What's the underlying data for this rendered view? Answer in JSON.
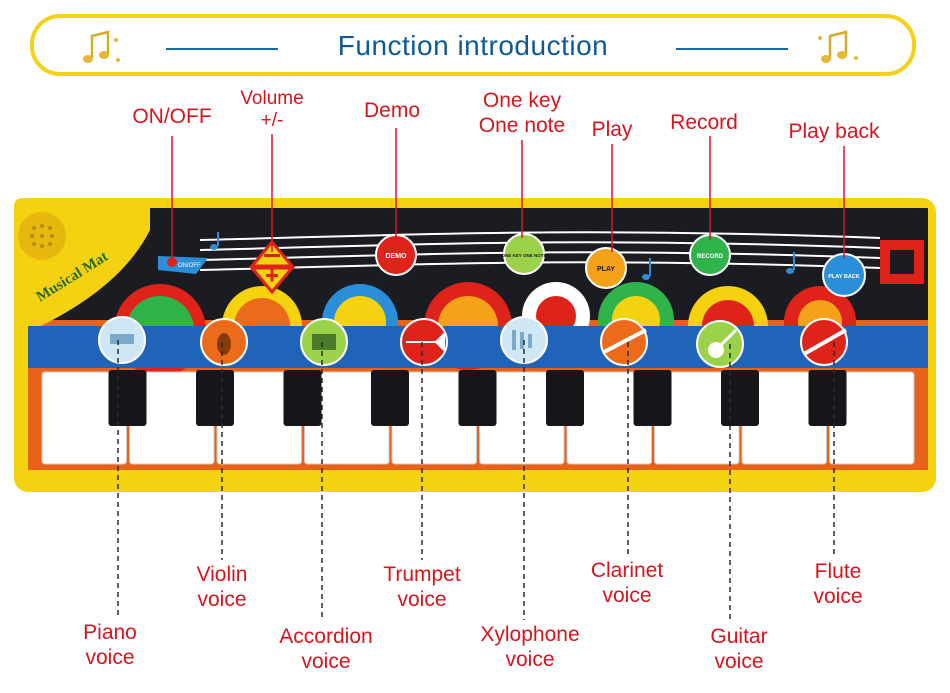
{
  "header": {
    "title": "Function  introduction"
  },
  "mat": {
    "brand": "Musical Mat"
  },
  "buttons": {
    "onoff": "ON/OFF",
    "demo": "DEMO",
    "one_key": "ONE KEY ONE NOTE",
    "play": "PLAY",
    "record": "RECORD",
    "play_back": "PLAY BACK"
  },
  "top_labels": [
    {
      "id": "onoff",
      "line1": "ON/OFF",
      "line2": ""
    },
    {
      "id": "volume",
      "line1": "Volume",
      "line2": "+/-"
    },
    {
      "id": "demo",
      "line1": "Demo",
      "line2": ""
    },
    {
      "id": "one-key",
      "line1": "One key",
      "line2": "One note"
    },
    {
      "id": "play",
      "line1": "Play",
      "line2": ""
    },
    {
      "id": "record",
      "line1": "Record",
      "line2": ""
    },
    {
      "id": "play-back",
      "line1": "Play back",
      "line2": ""
    }
  ],
  "bottom_labels": [
    {
      "id": "piano",
      "line1": "Piano",
      "line2": "voice"
    },
    {
      "id": "violin",
      "line1": "Violin",
      "line2": "voice"
    },
    {
      "id": "accordion",
      "line1": "Accordion",
      "line2": "voice"
    },
    {
      "id": "trumpet",
      "line1": "Trumpet",
      "line2": "voice"
    },
    {
      "id": "xylophone",
      "line1": "Xylophone",
      "line2": "voice"
    },
    {
      "id": "clarinet",
      "line1": "Clarinet",
      "line2": "voice"
    },
    {
      "id": "guitar",
      "line1": "Guitar",
      "line2": "voice"
    },
    {
      "id": "flute",
      "line1": "Flute",
      "line2": "voice"
    }
  ],
  "colors": {
    "label_red": "#d8141c",
    "title_blue": "#0f5a96",
    "banner_yellow": "#f4d21a",
    "mat_yellow": "#f5d20f",
    "mat_dark": "#1b1b22",
    "strip_blue": "#1f64b8",
    "key_orange": "#e8621a"
  }
}
